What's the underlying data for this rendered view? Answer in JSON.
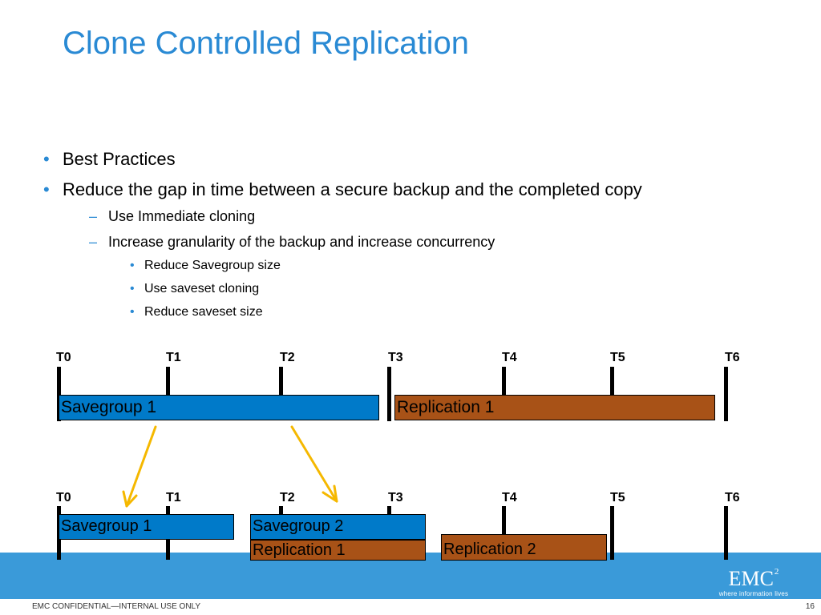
{
  "slide": {
    "title": "Clone Controlled Replication",
    "bullets": [
      {
        "level": 1,
        "marker": "•",
        "text": "Best Practices"
      },
      {
        "level": 1,
        "marker": "•",
        "text": "Reduce the gap in time between a secure backup and the completed copy"
      },
      {
        "level": 2,
        "marker": "–",
        "text": "Use Immediate cloning"
      },
      {
        "level": 2,
        "marker": "–",
        "text": "Increase granularity of the backup and  increase concurrency"
      },
      {
        "level": 3,
        "marker": "•",
        "text": "Reduce Savegroup size"
      },
      {
        "level": 3,
        "marker": "•",
        "text": "Use saveset cloning"
      },
      {
        "level": 3,
        "marker": "•",
        "text": "Reduce saveset size"
      }
    ]
  },
  "timeline_top": {
    "ticks": [
      "T0",
      "T1",
      "T2",
      "T3",
      "T4",
      "T5",
      "T6"
    ],
    "bars": [
      {
        "label": "Savegroup 1",
        "color": "#007ac9"
      },
      {
        "label": "Replication 1",
        "color": "#a85217"
      }
    ]
  },
  "timeline_bottom": {
    "ticks": [
      "T0",
      "T1",
      "T2",
      "T3",
      "T4",
      "T5",
      "T6"
    ],
    "bars": [
      {
        "label": "Savegroup 1",
        "color": "#007ac9"
      },
      {
        "label": "Savegroup 2",
        "color": "#007ac9"
      },
      {
        "label": "Replication 1",
        "color": "#a85217"
      },
      {
        "label": "Replication 2",
        "color": "#a85217"
      }
    ]
  },
  "arrows": {
    "color": "#f5b800"
  },
  "footer": {
    "logo_text": "EMC",
    "logo_superscript": "2",
    "logo_tagline": "where information lives",
    "band_color": "#3a9ad9",
    "confidential": "EMC CONFIDENTIAL—INTERNAL USE ONLY",
    "page_number": "16"
  }
}
